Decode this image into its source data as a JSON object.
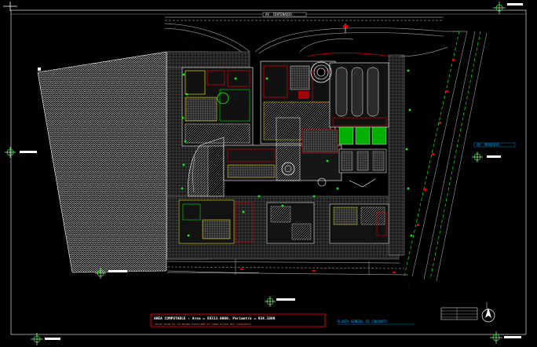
{
  "labels": {
    "top_street": "AV. CENTENARIO",
    "right_street": "AV. PROGRESO",
    "area_title": "AREA COMPUTABLE : Area = 59313.0000, Perimetro = 934.1000",
    "area_note": "(este area es la misma mostrada en cada plano del conjunto)",
    "plan_title": "PLANTA GENERAL DE CONJUNTO"
  },
  "colors": {
    "background": "#000000",
    "line_white": "#ffffff",
    "line_gray": "#8a8a8a",
    "accent_red": "#e00000",
    "accent_green": "#00ff00",
    "accent_yellow": "#ffff00",
    "accent_cyan": "#00ffff",
    "accent_blue": "#0066ff"
  }
}
